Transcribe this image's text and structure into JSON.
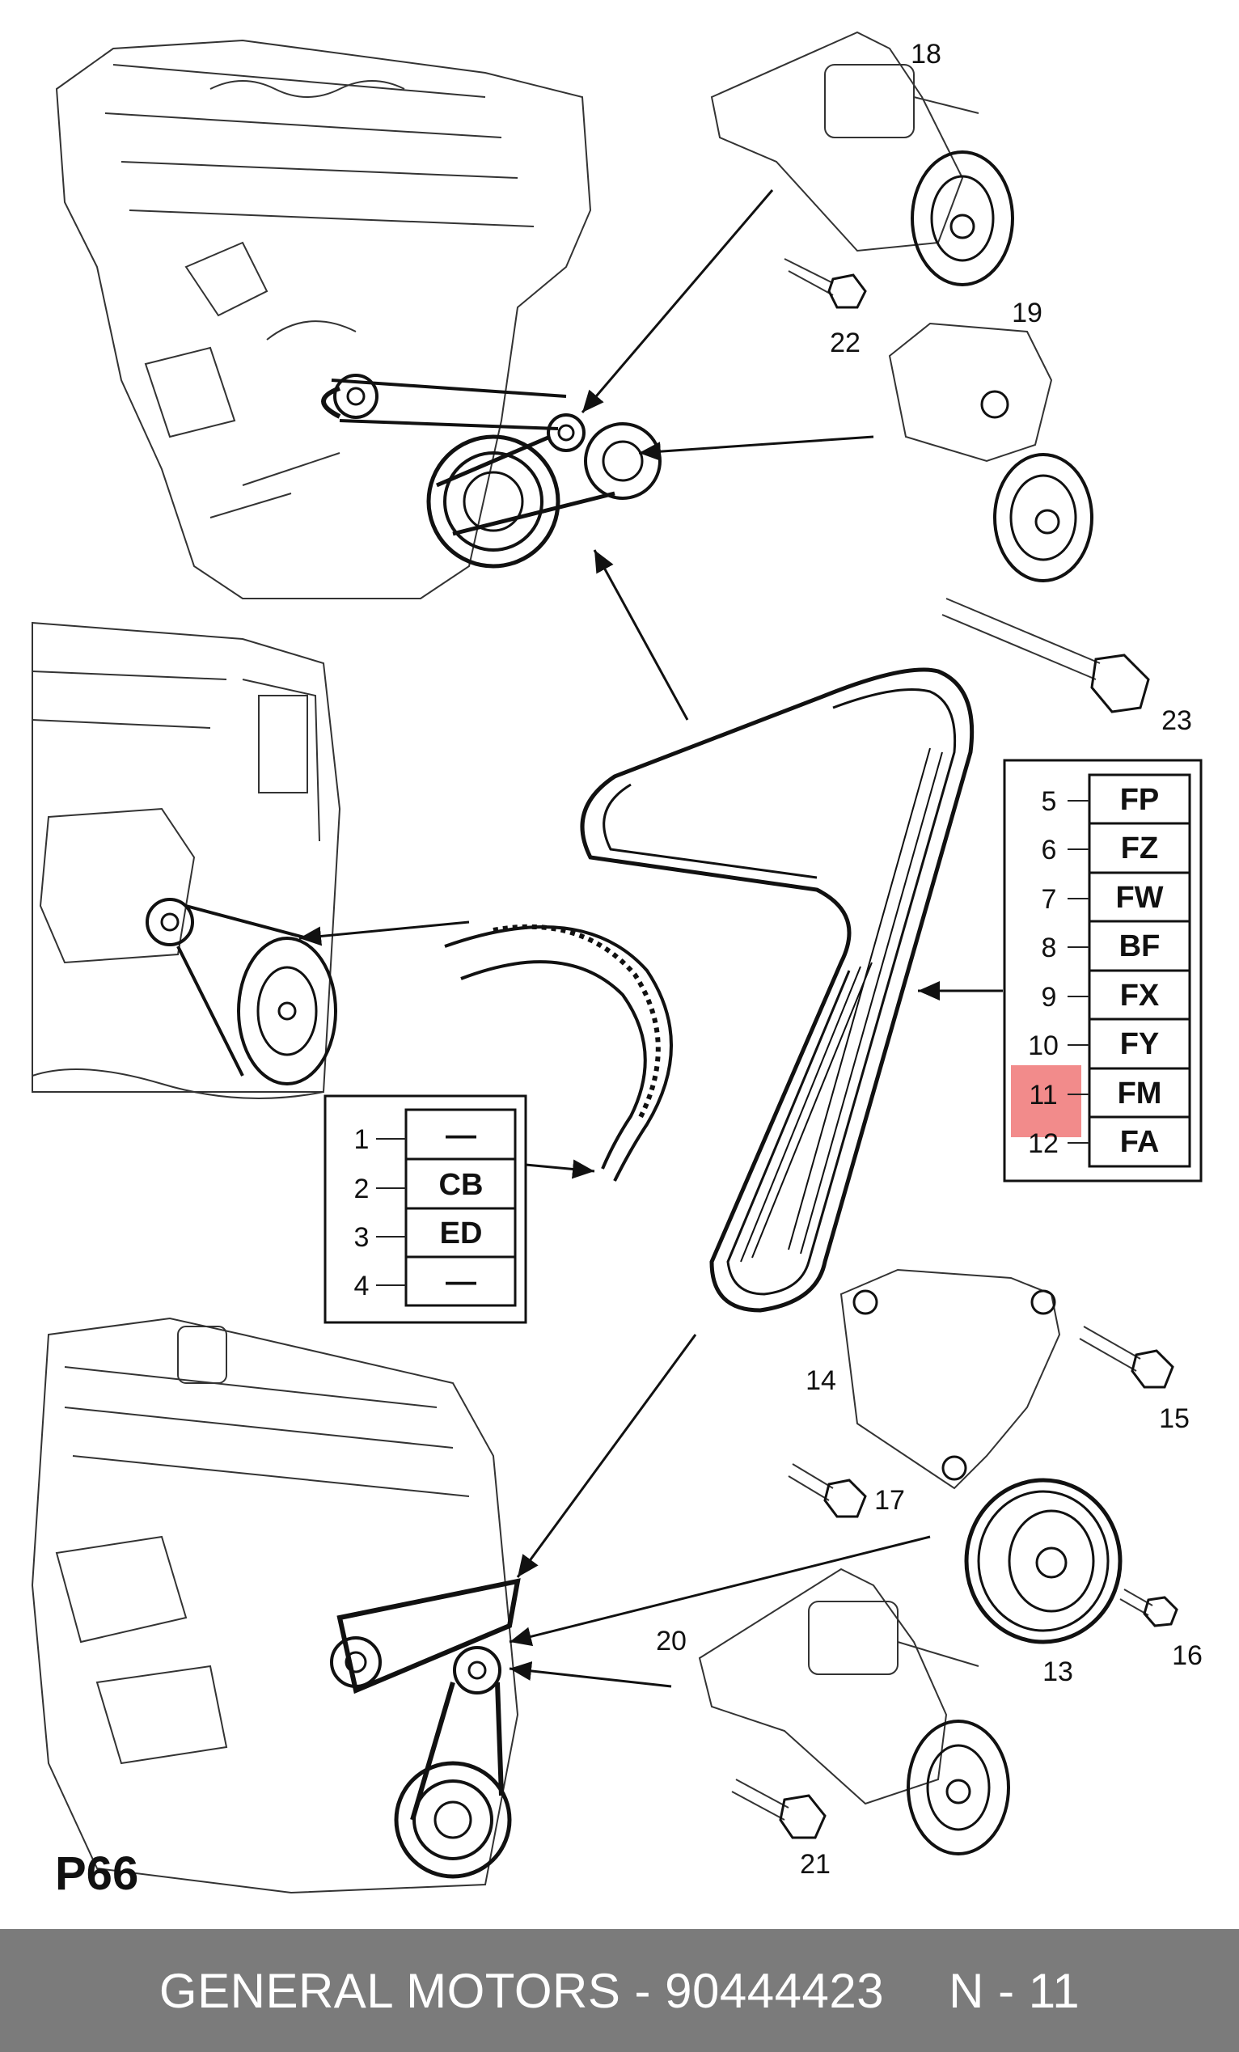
{
  "page_label": "P66",
  "callouts": {
    "c1": "1",
    "c2": "2",
    "c3": "3",
    "c4": "4",
    "c5": "5",
    "c6": "6",
    "c7": "7",
    "c8": "8",
    "c9": "9",
    "c10": "10",
    "c11": "11",
    "c12": "12",
    "c13": "13",
    "c14": "14",
    "c15": "15",
    "c16": "16",
    "c17": "17",
    "c18": "18",
    "c19": "19",
    "c20": "20",
    "c21": "21",
    "c22": "22",
    "c23": "23"
  },
  "toothed_belt_table": {
    "r1": "—",
    "r2": "CB",
    "r3": "ED",
    "r4": "—"
  },
  "ribbed_belt_table": {
    "r5": "FP",
    "r6": "FZ",
    "r7": "FW",
    "r8": "BF",
    "r9": "FX",
    "r10": "FY",
    "r11": "FM",
    "r12": "FA"
  },
  "highlight": {
    "row": "11",
    "color": "#f28b8b"
  },
  "footer": {
    "part_text": "GENERAL MOTORS - 90444423",
    "position_text": "N - 11"
  },
  "colors": {
    "footer_bg": "#7b7b7b",
    "footer_text": "#ffffff",
    "line": "#111111"
  }
}
